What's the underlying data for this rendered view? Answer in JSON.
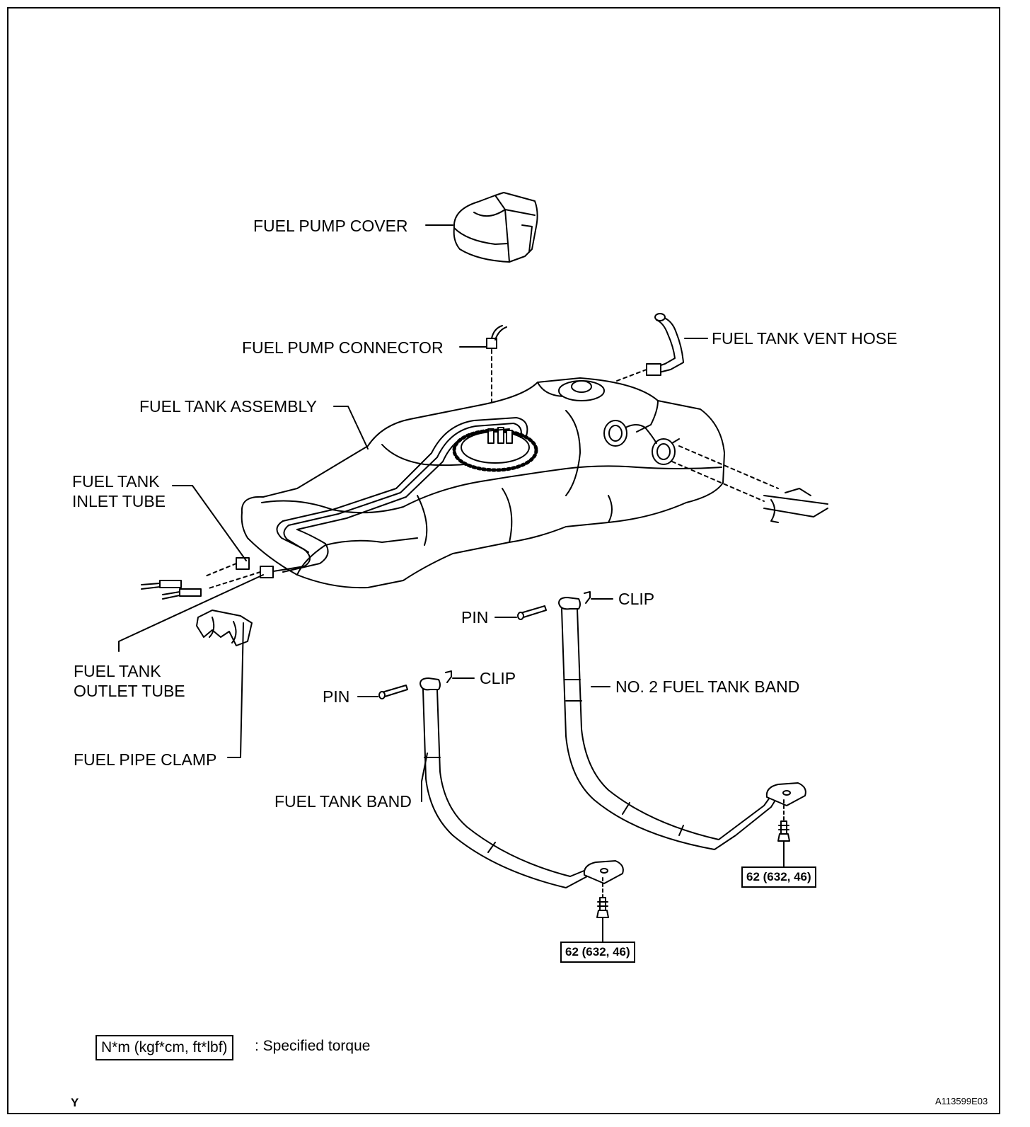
{
  "labels": {
    "fuel_pump_cover": "FUEL PUMP COVER",
    "fuel_pump_connector": "FUEL PUMP CONNECTOR",
    "fuel_tank_vent_hose": "FUEL TANK VENT HOSE",
    "fuel_tank_assembly": "FUEL TANK ASSEMBLY",
    "fuel_tank_inlet_tube_1": "FUEL TANK",
    "fuel_tank_inlet_tube_2": "INLET TUBE",
    "fuel_tank_outlet_tube_1": "FUEL TANK",
    "fuel_tank_outlet_tube_2": "OUTLET TUBE",
    "fuel_pipe_clamp": "FUEL PIPE CLAMP",
    "pin_upper": "PIN",
    "clip_upper": "CLIP",
    "pin_lower": "PIN",
    "clip_lower": "CLIP",
    "no2_fuel_tank_band": "NO. 2 FUEL TANK BAND",
    "fuel_tank_band": "FUEL TANK BAND"
  },
  "torque": {
    "right_bolt": "62 (632, 46)",
    "left_bolt": "62 (632, 46)"
  },
  "legend": {
    "box": "N*m (kgf*cm, ft*lbf)",
    "text": ": Specified torque"
  },
  "footer": {
    "code": "Y",
    "ref": "A113599E03"
  }
}
